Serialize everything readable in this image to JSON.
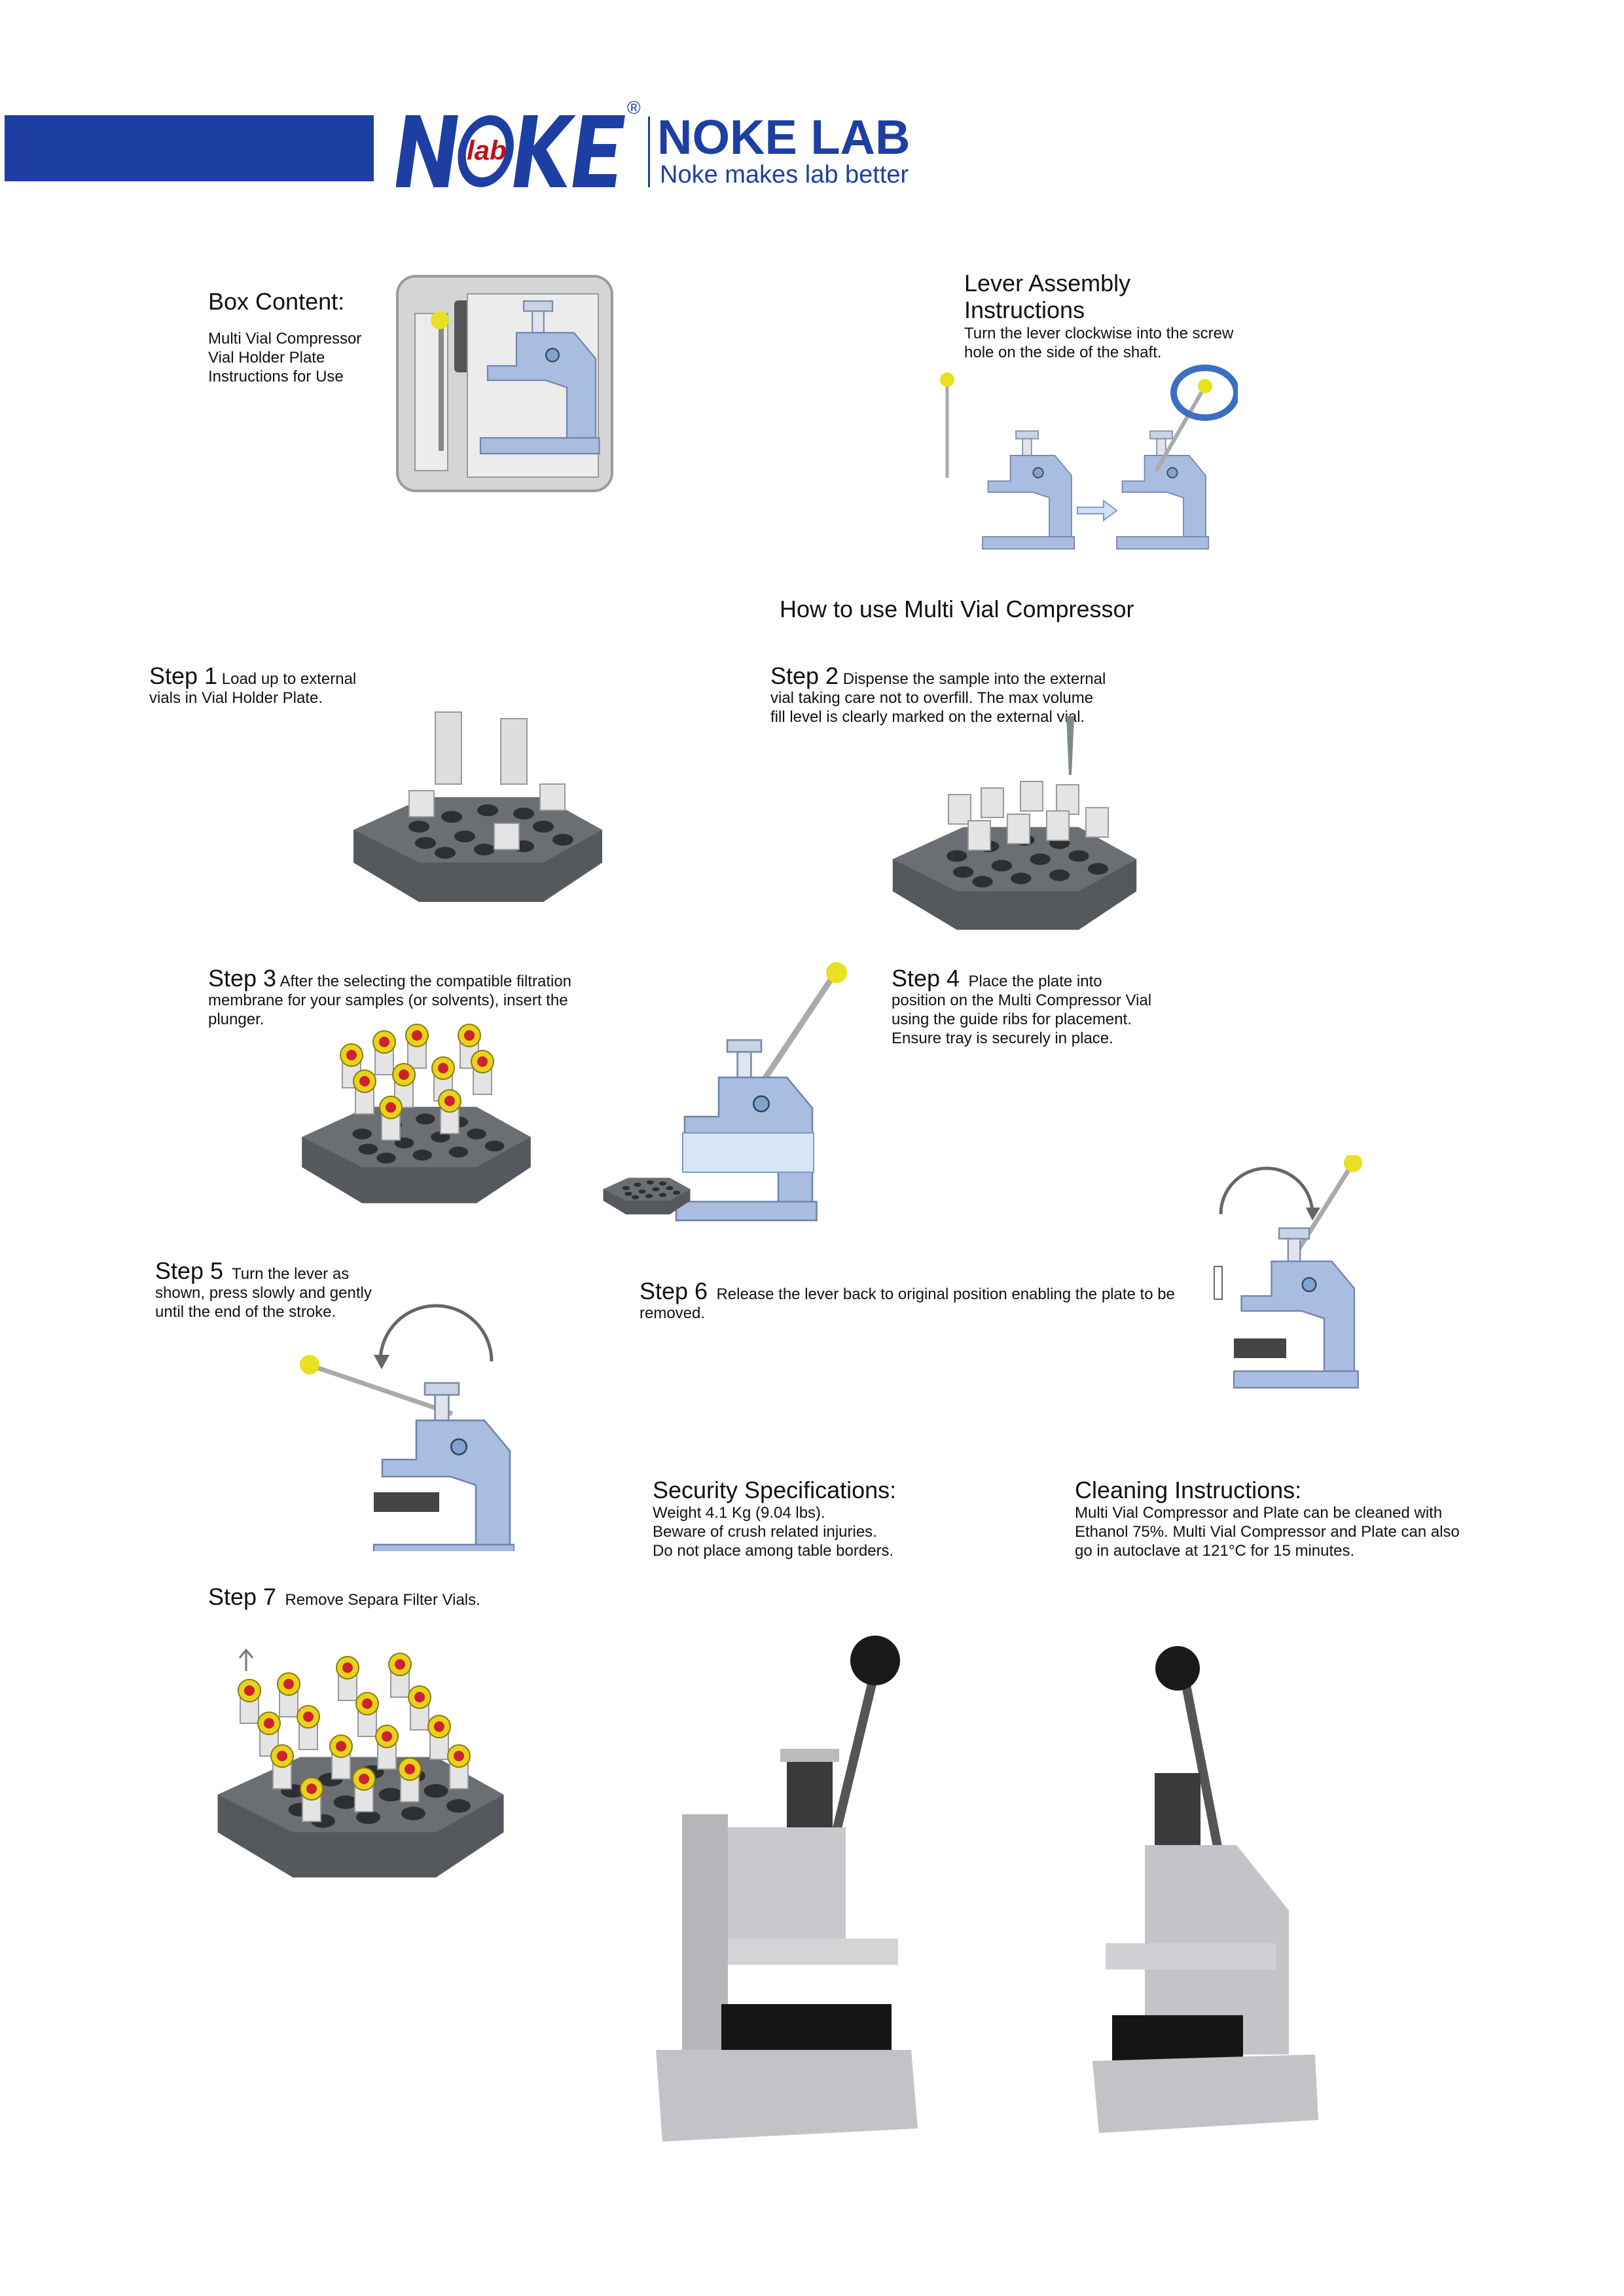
{
  "header": {
    "logo_text": "NOKE",
    "logo_inner": "lab",
    "registered": "®",
    "brand": "NOKE LAB",
    "tagline": "Noke makes lab better",
    "brand_color": "#1d3fa3",
    "logo_red": "#c0101a"
  },
  "box_content": {
    "title": "Box Content:",
    "items": [
      "Multi Vial Compressor",
      "Vial Holder Plate",
      "Instructions for Use"
    ]
  },
  "lever": {
    "title_line1": "Lever Assembly",
    "title_line2": "Instructions",
    "text_line1": "Turn the lever clockwise into the screw",
    "text_line2": "hole on the side of the shaft."
  },
  "how_to": {
    "title": "How to use Multi Vial Compressor"
  },
  "steps": [
    {
      "label": "Step 1",
      "lines": [
        "Load up to external",
        "vials in Vial Holder Plate."
      ]
    },
    {
      "label": "Step 2",
      "lines": [
        "Dispense the sample into the external",
        "vial taking care not to overfill. The max volume",
        "fill level is clearly marked on the external vial."
      ]
    },
    {
      "label": "Step 3",
      "lines": [
        "After the selecting the compatible filtration",
        "membrane for your samples (or solvents), insert the",
        "plunger."
      ]
    },
    {
      "label": "Step 4",
      "lines": [
        "Place the plate into",
        "position on the Multi Compressor Vial",
        "using the guide ribs for placement.",
        "Ensure tray is securely in place."
      ]
    },
    {
      "label": "Step 5",
      "lines": [
        "Turn the lever as",
        "shown, press slowly and gently",
        "until the end of the stroke."
      ]
    },
    {
      "label": "Step 6",
      "lines": [
        "Release the lever back to original position enabling the plate to be",
        "removed."
      ]
    },
    {
      "label": "Step 7",
      "lines": [
        "Remove Separa Filter Vials."
      ]
    }
  ],
  "security": {
    "title": "Security Specifications:",
    "lines": [
      "Weight 4.1 Kg (9.04 lbs).",
      "Beware of crush related injuries.",
      "Do not place among table borders."
    ]
  },
  "cleaning": {
    "title": "Cleaning Instructions:",
    "lines": [
      "Multi Vial Compressor and Plate can be cleaned with",
      "Ethanol 75%. Multi Vial Compressor and Plate can also",
      "go in autoclave at 121°C for 15 minutes."
    ]
  }
}
